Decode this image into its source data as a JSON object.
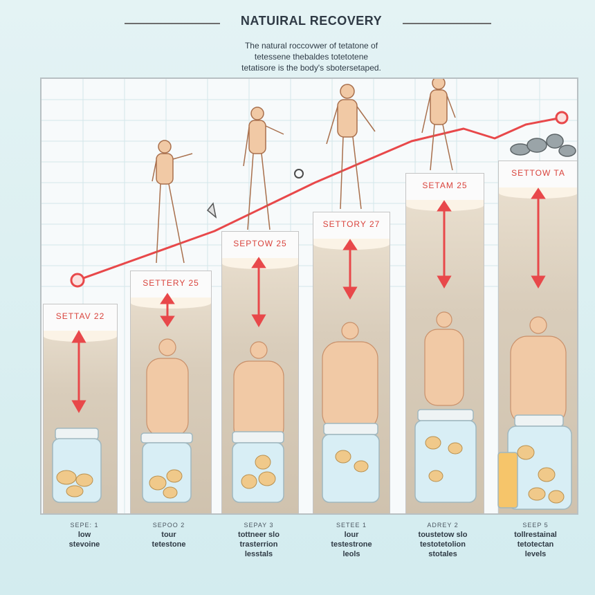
{
  "header": {
    "title": "NATUIRAL RECOVERY",
    "subtitle_line1": "The natural roccovwer of tetatone of",
    "subtitle_line2": "tetessene thebaldes totetotene",
    "subtitle_line3": "tetatisore is the body's sbotersetaped."
  },
  "columns": [
    {
      "label": "SETTAV 22"
    },
    {
      "label": "SETTERY 25"
    },
    {
      "label": "SEPTOW 25"
    },
    {
      "label": "SETTORY 27"
    },
    {
      "label": "SETAM 25"
    },
    {
      "label": "SETTOW TA"
    }
  ],
  "steps": [
    {
      "num": "SEPE: 1",
      "line1": "low",
      "line2": "stevoine"
    },
    {
      "num": "SEPOO 2",
      "line1": "tour",
      "line2": "tetestone"
    },
    {
      "num": "SEPAY 3",
      "line1": "tottneer slo",
      "line2": "trasterrion",
      "line3": "lesstals"
    },
    {
      "num": "SETEE 1",
      "line1": "lour",
      "line2": "testestrone",
      "line3": "leols"
    },
    {
      "num": "ADREY 2",
      "line1": "toustetow slo",
      "line2": "testotetolion",
      "line3": "stotales"
    },
    {
      "num": "SEEP 5",
      "line1": "tollrestainal",
      "line2": "tetotectan",
      "line3": "levels"
    }
  ],
  "colors": {
    "accent_red": "#e8484a",
    "panel_border": "#b8c0c3",
    "skin": "#f1c9a5",
    "jar_glass": "#d8eef5",
    "pill": "#f0c98a"
  },
  "icons": [
    "up-arrow-icon",
    "double-arrow-icon",
    "person-figure-icon",
    "pill-jar-icon",
    "gear-icon"
  ]
}
